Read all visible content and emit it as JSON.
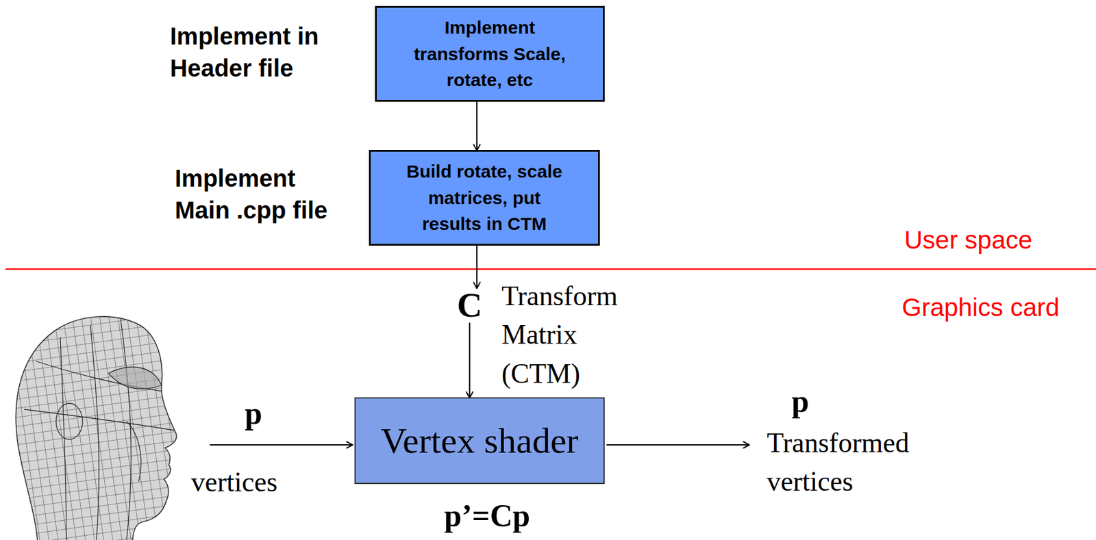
{
  "diagram": {
    "nodes": [
      {
        "text": [
          "Implement transforms Scale, rotate, etc"
        ]
      },
      {
        "text": [
          "Build rotate, scale matrices, put results in CTM"
        ]
      },
      {
        "text": [
          "C",
          "Transform Matrix (CTM)"
        ]
      },
      {
        "text": [
          "Vertex shader"
        ]
      }
    ],
    "edges": [
      {
        "from": 0,
        "to": 1,
        "arrow": "to"
      },
      {
        "from": 1,
        "to": 2,
        "arrow": "to"
      },
      {
        "from": 2,
        "to": 3,
        "arrow": "to"
      }
    ],
    "labels": [
      "Implement in Header file",
      "Implement Main .cpp file",
      "User space",
      "Graphics card",
      "p",
      "vertices",
      "p",
      "Transformed vertices",
      "p’=Cp"
    ]
  }
}
